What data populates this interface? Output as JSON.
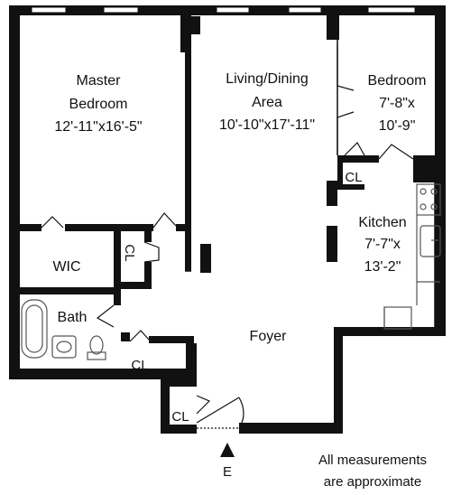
{
  "rooms": {
    "master_bedroom": {
      "name_line1": "Master",
      "name_line2": "Bedroom",
      "size": "12'-11\"x16'-5\""
    },
    "living_dining": {
      "name_line1": "Living/Dining",
      "name_line2": "Area",
      "size": "10'-10\"x17'-11\""
    },
    "bedroom": {
      "name": "Bedroom",
      "size_line1": "7'-8\"x",
      "size_line2": "10'-9\""
    },
    "kitchen": {
      "name": "Kitchen",
      "size_line1": "7'-7\"x",
      "size_line2": "13'-2\""
    },
    "wic": "WIC",
    "bath": "Bath",
    "foyer": "Foyer",
    "closet_label": "CL"
  },
  "entrance": {
    "label": "E",
    "icon": "entrance-arrow-icon"
  },
  "note": {
    "line1": "All measurements",
    "line2": "are approximate"
  },
  "colors": {
    "wall": "#111111",
    "fixture": "#555555",
    "window": "#ffffff"
  }
}
